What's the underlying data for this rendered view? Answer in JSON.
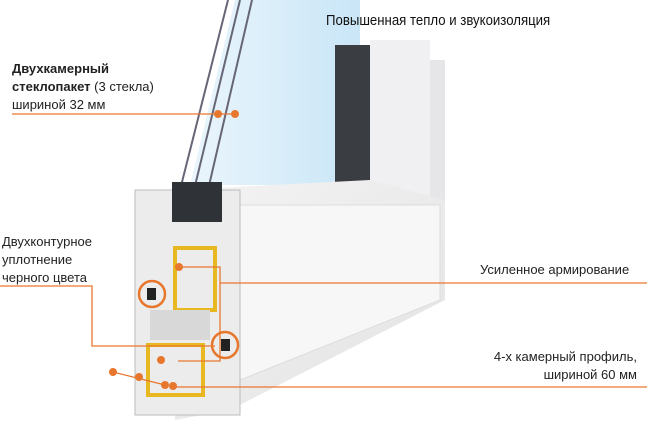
{
  "title": "Повышенная тепло и звукоизоляция",
  "labels": {
    "glass": {
      "bold": "Двухкамерный стеклопакет",
      "bold_line1": "Двухкамерный",
      "bold_line2": "стеклопакет",
      "paren": "(3 стекла)",
      "line3": "шириной 32 мм"
    },
    "seal": {
      "line1": "Двухконтурное",
      "line2": "уплотнение",
      "line3": "черного цвета"
    },
    "reinforcement": {
      "text": "Усиленное армирование"
    },
    "profile": {
      "line1": "4-х камерный профиль,",
      "line2": "шириной 60 мм"
    }
  },
  "colors": {
    "accent": "#e8772e",
    "reinforcement": "#e8b820",
    "glass": "#d6ecf8"
  }
}
